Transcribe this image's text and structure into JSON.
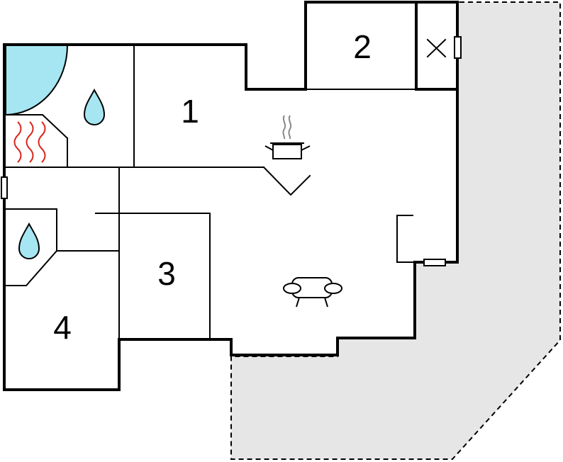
{
  "floor_plan": {
    "rooms": [
      {
        "id": "room-1",
        "label": "1"
      },
      {
        "id": "room-2",
        "label": "2"
      },
      {
        "id": "room-3",
        "label": "3"
      },
      {
        "id": "room-4",
        "label": "4"
      }
    ],
    "icons": [
      "shower-icon",
      "water-drop-icon",
      "sauna-heater-icon",
      "cooking-pot-icon",
      "sofa-icon",
      "fireplace-icon",
      "window-icon"
    ],
    "colors": {
      "terrace": "#e6e6e6",
      "shower": "#a5e6f2",
      "water": "#a5e6f2",
      "sauna": "#d9251c",
      "wall": "#000000"
    }
  }
}
